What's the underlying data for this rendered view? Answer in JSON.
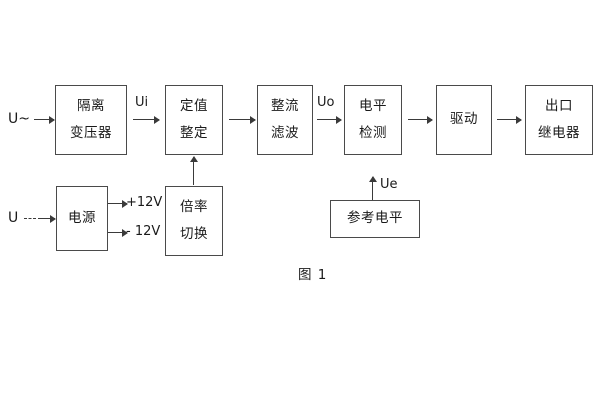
{
  "figure": {
    "caption": "图 1",
    "stroke_color": "#4a4a4a",
    "arrow_color": "#3a3a3a",
    "text_color": "#1a1a1a",
    "background": "#ffffff"
  },
  "blocks": [
    {
      "id": "isolation-transformer",
      "lines": [
        "隔离",
        "变压器"
      ]
    },
    {
      "id": "setting-value",
      "lines": [
        "定值",
        "整定"
      ]
    },
    {
      "id": "rectify-filter",
      "lines": [
        "整流",
        "滤波"
      ]
    },
    {
      "id": "level-detection",
      "lines": [
        "电平",
        "检测"
      ]
    },
    {
      "id": "drive",
      "lines": [
        "驱动"
      ]
    },
    {
      "id": "output-relay",
      "lines": [
        "出口",
        "继电器"
      ]
    },
    {
      "id": "power-supply",
      "lines": [
        "电源"
      ]
    },
    {
      "id": "multiplier-switch",
      "lines": [
        "倍率",
        "切换"
      ]
    },
    {
      "id": "reference-level",
      "lines": [
        "参考电平"
      ]
    }
  ],
  "signal_labels": {
    "ac_input": "U~",
    "dc_input": "U",
    "ui": "Ui",
    "uo": "Uo",
    "ue": "Ue",
    "plus12v": "+12V",
    "minus12v": "- 12V"
  }
}
